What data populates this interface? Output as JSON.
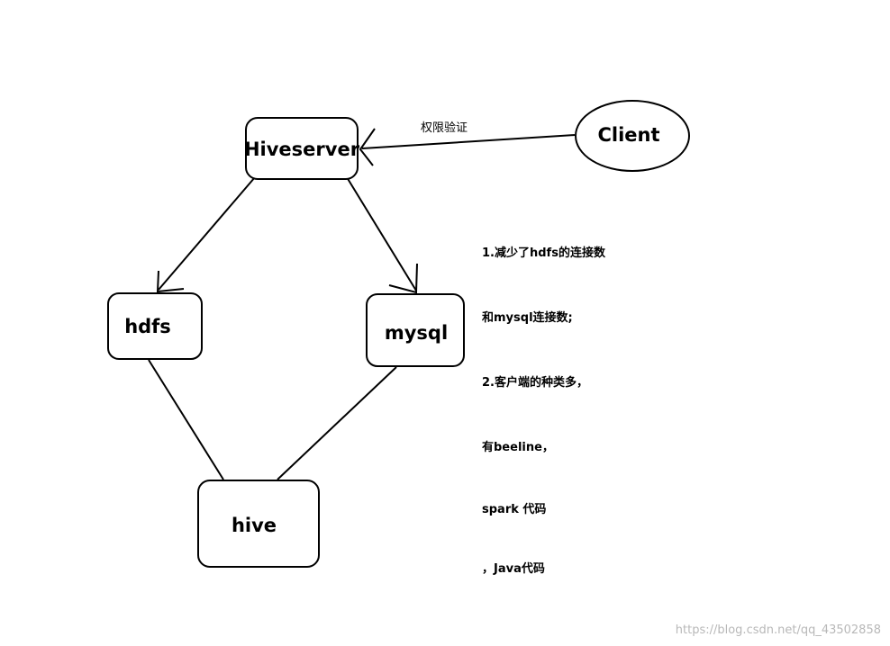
{
  "nodes": {
    "hiveserver": "Hiveserver",
    "client": "Client",
    "hdfs": "hdfs",
    "mysql": "mysql",
    "hive": "hive"
  },
  "edges": {
    "client_to_hiveserver": "权限验证"
  },
  "note": {
    "lines": [
      "1.减少了hdfs的连接数",
      "和mysql连接数;",
      "2.客户端的种类多，",
      "有beeline，",
      "spark 代码",
      "，Java代码"
    ]
  },
  "watermark": "https://blog.csdn.net/qq_43502858",
  "colors": {
    "stroke": "#000000",
    "background": "#ffffff",
    "watermark": "#b8b8b8"
  }
}
